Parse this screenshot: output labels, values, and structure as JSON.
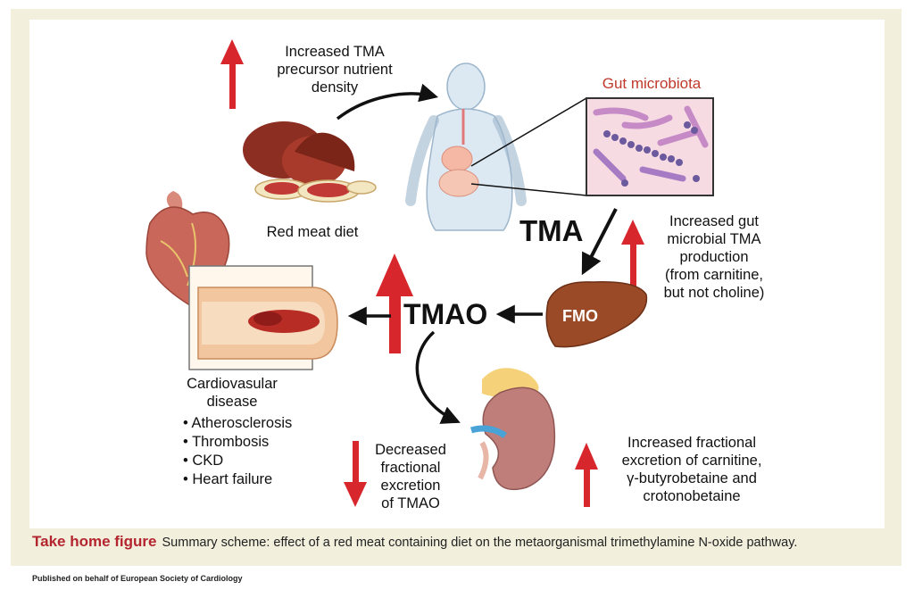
{
  "labels": {
    "precursor": [
      "Increased TMA",
      "precursor nutrient",
      "density"
    ],
    "gut_microbiota": "Gut microbiota",
    "red_meat_diet": "Red meat diet",
    "tma": "TMA",
    "tmao": "TMAO",
    "fmo": "FMO",
    "microbial_production": [
      "Increased gut",
      "microbial TMA",
      "production",
      "(from carnitine,",
      "but not choline)"
    ],
    "cardiovascular_title": [
      "Cardiovasular",
      "disease"
    ],
    "cardiovascular_items": [
      "• Atherosclerosis",
      "• Thrombosis",
      "• CKD",
      "• Heart failure"
    ],
    "decreased_excretion": [
      "Decreased",
      "fractional",
      "excretion",
      "of TMAO"
    ],
    "increased_excretion": [
      "Increased fractional",
      "excretion of carnitine,",
      "γ-butyrobetaine and",
      "crotonobetaine"
    ]
  },
  "caption": {
    "lead": "Take home figure",
    "text": "Summary scheme: effect of a red meat containing diet on the metaorganismal trimethylamine N-oxide pathway."
  },
  "footer": "Published on behalf of European Society of Cardiology",
  "colors": {
    "frame": "#f2efdc",
    "red_arrow": "#d7262c",
    "gut_title": "#c0392b",
    "caption_lead": "#b3252f",
    "liver": "#9a4a26",
    "kidney": "#c07e7a"
  },
  "icons": [
    "red-meat-illustration",
    "human-body-illustration",
    "bacteria-illustration",
    "heart-illustration",
    "artery-illustration",
    "liver-illustration",
    "kidney-illustration"
  ]
}
